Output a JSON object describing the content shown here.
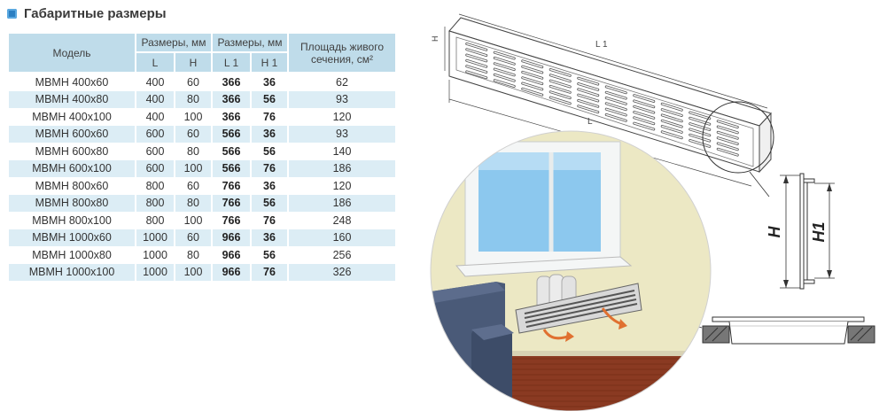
{
  "section": {
    "title": "Габаритные размеры"
  },
  "table": {
    "headers": {
      "model": "Модель",
      "sizes1": "Размеры, мм",
      "sizes2": "Размеры, мм",
      "area": "Площадь живого сечения, см²",
      "L": "L",
      "H": "H",
      "L1": "L 1",
      "H1": "H 1"
    },
    "rows": [
      {
        "model": "МВМН  400х60",
        "L": "400",
        "H": "60",
        "L1": "366",
        "H1": "36",
        "area": "62"
      },
      {
        "model": "МВМН  400х80",
        "L": "400",
        "H": "80",
        "L1": "366",
        "H1": "56",
        "area": "93"
      },
      {
        "model": "МВМН  400х100",
        "L": "400",
        "H": "100",
        "L1": "366",
        "H1": "76",
        "area": "120"
      },
      {
        "model": "МВМН  600х60",
        "L": "600",
        "H": "60",
        "L1": "566",
        "H1": "36",
        "area": "93"
      },
      {
        "model": "МВМН  600х80",
        "L": "600",
        "H": "80",
        "L1": "566",
        "H1": "56",
        "area": "140"
      },
      {
        "model": "МВМН  600х100",
        "L": "600",
        "H": "100",
        "L1": "566",
        "H1": "76",
        "area": "186"
      },
      {
        "model": "МВМН  800х60",
        "L": "800",
        "H": "60",
        "L1": "766",
        "H1": "36",
        "area": "120"
      },
      {
        "model": "МВМН  800х80",
        "L": "800",
        "H": "80",
        "L1": "766",
        "H1": "56",
        "area": "186"
      },
      {
        "model": "МВМН  800х100",
        "L": "800",
        "H": "100",
        "L1": "766",
        "H1": "76",
        "area": "248"
      },
      {
        "model": "МВМН  1000х60",
        "L": "1000",
        "H": "60",
        "L1": "966",
        "H1": "36",
        "area": "160"
      },
      {
        "model": "МВМН  1000х80",
        "L": "1000",
        "H": "80",
        "L1": "966",
        "H1": "56",
        "area": "256"
      },
      {
        "model": "МВМН  1000х100",
        "L": "1000",
        "H": "100",
        "L1": "966",
        "H1": "76",
        "area": "326"
      }
    ]
  },
  "drawing": {
    "label_L1": "L 1",
    "label_L": "L",
    "label_H_small": "H",
    "label_H": "H",
    "label_H1": "H1"
  },
  "colors": {
    "accent": "#2b7fc2",
    "header_bg": "#bfdcea",
    "alt_row_bg": "#dcedf5",
    "wall": "#ece8c4",
    "sofa": "#4a5a78",
    "floor": "#8a3a22"
  }
}
